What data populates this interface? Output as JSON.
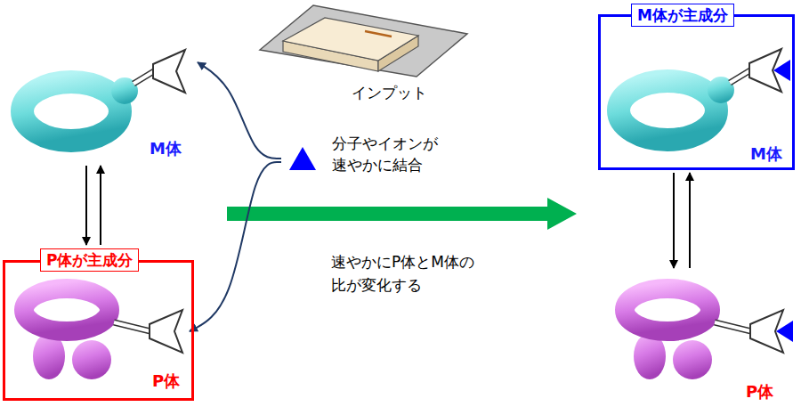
{
  "diagram": {
    "nodes": [
      {
        "text": [
          "M体"
        ]
      },
      {
        "text": [
          "P体が主成分"
        ]
      },
      {
        "text": [
          "P体"
        ],
        "in": 1
      },
      {
        "text": [
          "インプット"
        ]
      },
      {
        "text": [
          "分子やイオンが 速やかに結合"
        ]
      },
      {
        "text": [
          "M体が主成分"
        ]
      },
      {
        "text": [
          "M体"
        ],
        "in": 5
      },
      {
        "text": [
          "P体"
        ]
      }
    ],
    "edges": [
      {
        "from": 0,
        "to": 1,
        "arrow": "to"
      },
      {
        "from": 1,
        "to": 0,
        "arrow": "to"
      },
      {
        "from": 4,
        "to": 0,
        "arrow": "to"
      },
      {
        "from": 4,
        "to": 2,
        "arrow": "to"
      },
      {
        "from": 7,
        "to": 5,
        "arrow": "to"
      },
      {
        "from": 5,
        "to": 7,
        "arrow": "to"
      }
    ],
    "labels": [
      "速やかにP体とM体の 比が変化する"
    ]
  }
}
